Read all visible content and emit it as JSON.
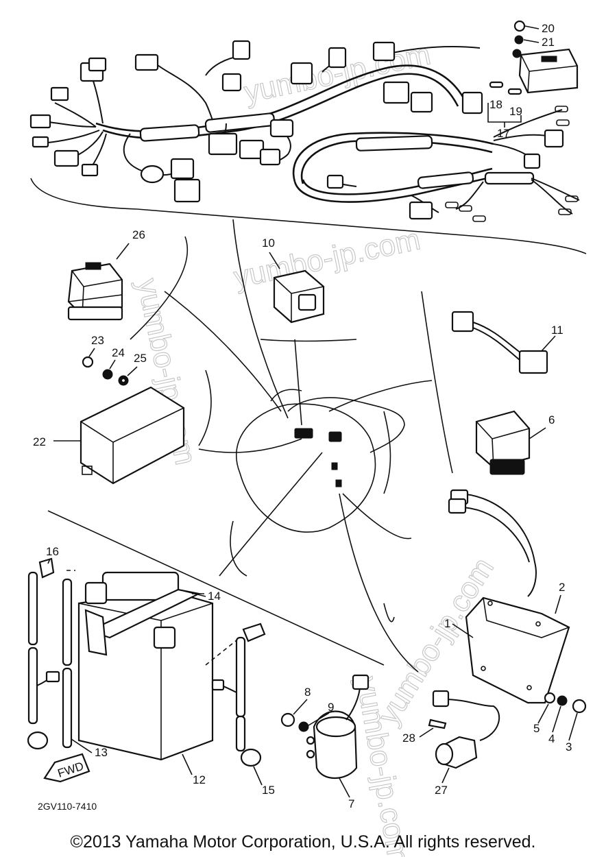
{
  "watermark": "yumbo-jp.com",
  "diagram_code": "2GV110-7410",
  "copyright": "©2013 Yamaha Motor Corporation, U.S.A. All rights reserved.",
  "fwd_label": "FWD",
  "part_numbers": {
    "p1": "1",
    "p2": "2",
    "p3": "3",
    "p4": "4",
    "p5": "5",
    "p6": "6",
    "p7": "7",
    "p8": "8",
    "p9": "9",
    "p10": "10",
    "p11": "11",
    "p12": "12",
    "p13": "13",
    "p14": "14",
    "p15": "15",
    "p16": "16",
    "p17": "17",
    "p18": "18",
    "p19": "19",
    "p20": "20",
    "p21": "21",
    "p22": "22",
    "p23": "23",
    "p24": "24",
    "p25": "25",
    "p26": "26",
    "p27": "27",
    "p28": "28"
  }
}
